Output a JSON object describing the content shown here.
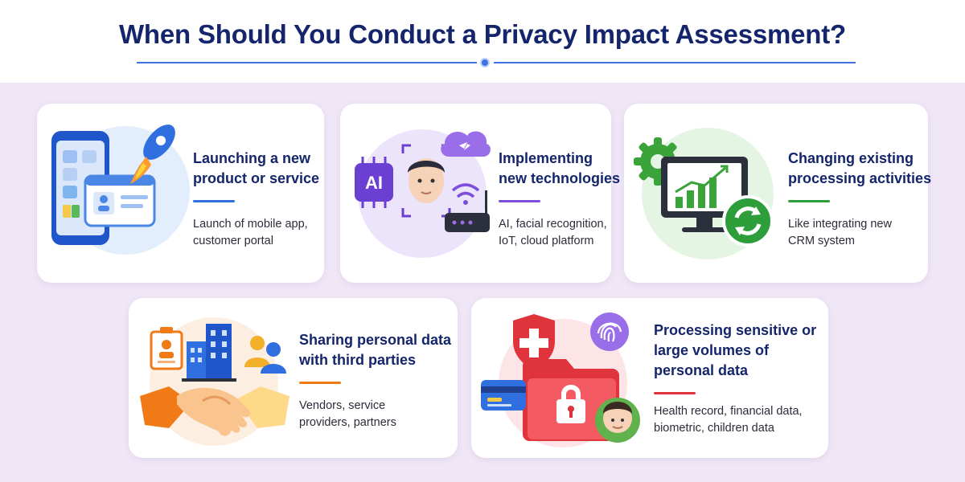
{
  "title": "When Should You Conduct a Privacy Impact Assessment?",
  "cards": [
    {
      "heading": [
        "Launching a new",
        "product or service"
      ],
      "description": [
        "Launch of mobile app,",
        "customer portal"
      ],
      "accent": "#2f6fe0",
      "icon": "phone-rocket-icon"
    },
    {
      "heading": [
        "Implementing",
        "new technologies"
      ],
      "description": [
        "AI, facial recognition,",
        "IoT, cloud platform"
      ],
      "accent": "#7b4fd9",
      "icon_label": "AI",
      "icon": "ai-face-cloud-icon"
    },
    {
      "heading": [
        "Changing existing",
        "processing activities"
      ],
      "description": [
        "Like integrating new",
        "CRM system"
      ],
      "accent": "#2e9e3a",
      "icon": "monitor-gear-sync-icon"
    },
    {
      "heading": [
        "Sharing personal data",
        "with third parties"
      ],
      "description": [
        "Vendors, service",
        "providers, partners"
      ],
      "accent": "#f07a16",
      "icon": "handshake-building-icon"
    },
    {
      "heading": [
        "Processing sensitive or",
        "large volumes of",
        "personal data"
      ],
      "description": [
        "Health record, financial data,",
        "biometric, children data"
      ],
      "accent": "#e0343c",
      "icon": "secure-folder-icon"
    }
  ]
}
